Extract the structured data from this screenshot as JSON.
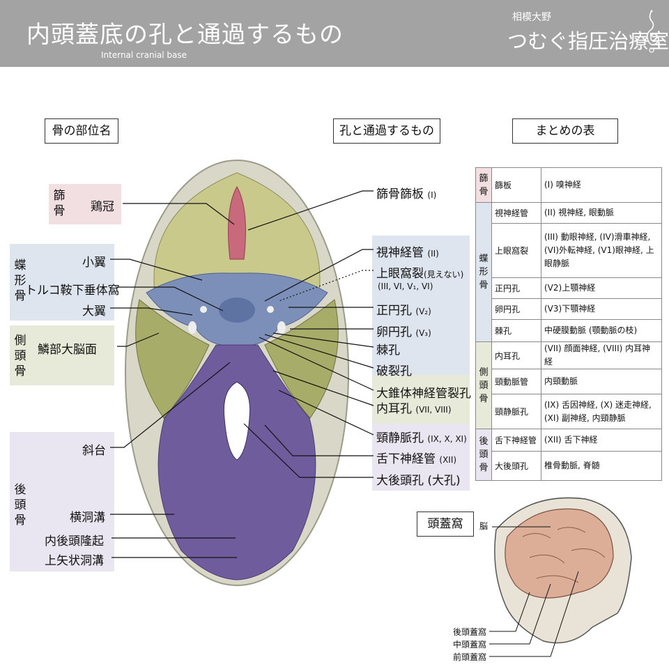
{
  "header": {
    "title": "内頭蓋底の孔と通過するもの",
    "subtitle": "Internal cranial base",
    "brand_small": "相模大野",
    "brand_name": "つむぐ指圧治療室"
  },
  "section_titles": {
    "bones": "骨の部位名",
    "foramina": "孔と通過するもの",
    "summary": "まとめの表",
    "fossa": "頭蓋窩"
  },
  "bone_groups": [
    {
      "label": "篩骨",
      "color": "#f2dfe2"
    },
    {
      "label": "蝶形骨",
      "color": "#dfe5ee"
    },
    {
      "label": "側頭骨",
      "color": "#e7ead9"
    },
    {
      "label": "後頭骨",
      "color": "#e9e6f1"
    }
  ],
  "left_labels": {
    "crista": "鶏冠",
    "lesser_wing": "小翼",
    "hypophyseal": "トルコ鞍下垂体窩",
    "greater_wing": "大翼",
    "squamous": "鱗部大脳面",
    "clivus": "斜台",
    "transverse": "横洞溝",
    "protuberance": "内後頭隆起",
    "sagittal": "上矢状洞溝"
  },
  "right_labels": {
    "cribriform": "篩骨篩板",
    "cribriform_note": "(I)",
    "optic": "視神経管",
    "optic_note": "(II)",
    "sup_orbital": "上眼窩裂",
    "sup_orbital_note": "(見えない)",
    "sup_orbital_nerves": "(III, VI, V₁, VI)",
    "rotundum": "正円孔",
    "rotundum_note": "(V₂)",
    "ovale": "卵円孔",
    "ovale_note": "(V₃)",
    "spinosum": "棘孔",
    "lacerum": "破裂孔",
    "petrosal": "大錐体神経管裂孔",
    "acoustic": "内耳孔",
    "acoustic_note": "(VII, VIII)",
    "jugular": "頸静脈孔",
    "jugular_note": "(IX, X, XI)",
    "hypoglossal": "舌下神経管",
    "hypoglossal_note": "(XII)",
    "magnum": "大後頭孔 (大孔)"
  },
  "summary_table": [
    {
      "group": "篩骨",
      "span": 1,
      "name": "篩板",
      "desc": "(I) 嗅神経"
    },
    {
      "group": "蝶形骨",
      "span": 5,
      "name": "視神経管",
      "desc": "(II) 視神経, 眼動脈"
    },
    {
      "group": "",
      "span": 0,
      "name": "上眼窩裂",
      "desc": "(III) 動眼神経, (IV)滑車神経, (VI)外転神経, (V1)眼神経, 上眼静脈"
    },
    {
      "group": "",
      "span": 0,
      "name": "正円孔",
      "desc": "(V2)上顎神経"
    },
    {
      "group": "",
      "span": 0,
      "name": "卵円孔",
      "desc": "(V3)下顎神経"
    },
    {
      "group": "",
      "span": 0,
      "name": "棘孔",
      "desc": "中硬膜動脈 (顎動脈の枝)"
    },
    {
      "group": "側頭骨",
      "span": 3,
      "name": "内耳孔",
      "desc": "(VII) 顔面神経, (VIII) 内耳神経"
    },
    {
      "group": "",
      "span": 0,
      "name": "頸動脈管",
      "desc": "内頸動脈"
    },
    {
      "group": "",
      "span": 0,
      "name": "頸静脈孔",
      "desc": "(IX) 舌因神経, (X) 迷走神経, (XI) 副神経, 内頸静脈"
    },
    {
      "group": "後頭骨",
      "span": 3,
      "name": "舌下神経管",
      "desc": "(XII) 舌下神経"
    },
    {
      "group": "",
      "span": 0,
      "name": "",
      "desc": ""
    },
    {
      "group": "",
      "span": 0,
      "name": "大後頭孔",
      "desc": "椎骨動脈, 脊髄"
    }
  ],
  "fossa_labels": {
    "brain": "脳",
    "posterior": "後頭蓋窩",
    "middle": "中頭蓋窩",
    "anterior": "前頭蓋窩"
  },
  "colors": {
    "header_bg": "#a3a3a3",
    "ethmoid": "#c96a7c",
    "sphenoid": "#7c8fb8",
    "temporal": "#a7ad68",
    "occipital": "#6f5c9c",
    "frontal": "#c8c98a"
  }
}
